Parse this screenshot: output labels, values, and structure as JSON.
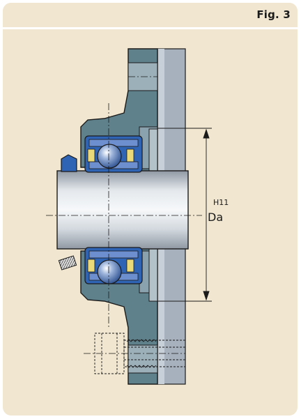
{
  "figure": {
    "label": "Fig. 3"
  },
  "dimension": {
    "symbol": "Da",
    "tolerance": "H11"
  },
  "colors": {
    "panel": "#f1e6cf",
    "housing": "#5d7f8a",
    "plate": "#9aa6b4",
    "shaft": "#cbd1d8",
    "bearing": "#2e5fb0",
    "line": "#1a1a1a"
  }
}
